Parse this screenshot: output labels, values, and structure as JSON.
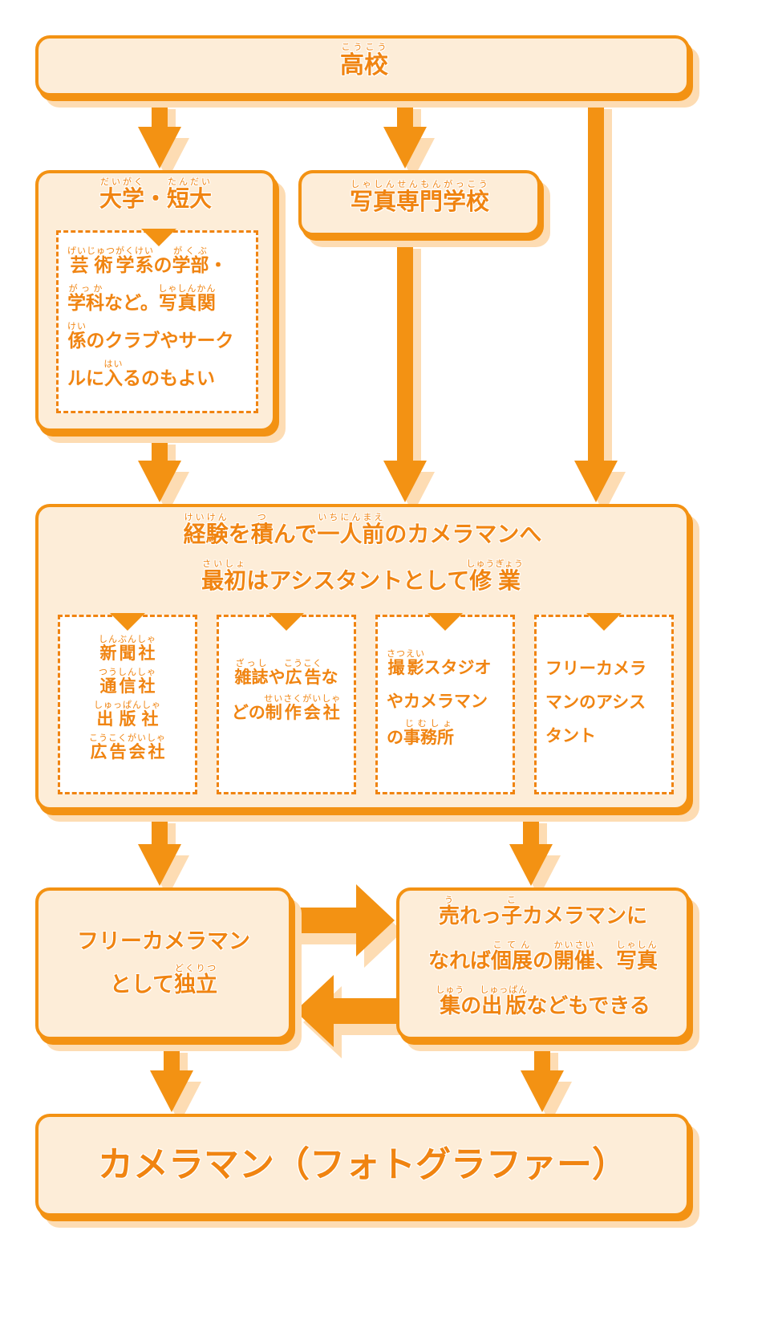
{
  "colors": {
    "accent": "#f39213",
    "accent_shadow": "#fddcb3",
    "box_fill": "#fdedd8",
    "text": "#f08411"
  },
  "nodes": {
    "high_school": {
      "segments": [
        {
          "base": "高校",
          "ruby": "こうこう"
        }
      ]
    },
    "university": {
      "title": [
        {
          "base": "大学",
          "ruby": "だいがく"
        },
        {
          "base": "・"
        },
        {
          "base": "短大",
          "ruby": "たんだい"
        }
      ],
      "note_lines": [
        [
          {
            "base": "芸術",
            "ruby": "げいじゅつ"
          },
          {
            "base": "学系",
            "ruby": "がくけい"
          },
          {
            "base": "の"
          },
          {
            "base": "学部",
            "ruby": "がくぶ"
          },
          {
            "base": "・"
          }
        ],
        [
          {
            "base": "学科",
            "ruby": "がっか"
          },
          {
            "base": "など。"
          },
          {
            "base": "写真関",
            "ruby": "しゃしんかん"
          }
        ],
        [
          {
            "base": "係",
            "ruby": "けい"
          },
          {
            "base": "のクラブやサーク"
          }
        ],
        [
          {
            "base": "ルに"
          },
          {
            "base": "入",
            "ruby": "はい"
          },
          {
            "base": "るのもよい"
          }
        ]
      ]
    },
    "photo_school": {
      "segments": [
        {
          "base": "写真専門学校",
          "ruby": "しゃしんせんもんがっこう"
        }
      ]
    },
    "experience": {
      "line1": [
        {
          "base": "経験",
          "ruby": "けいけん"
        },
        {
          "base": "を"
        },
        {
          "base": "積",
          "ruby": "つ"
        },
        {
          "base": "んで"
        },
        {
          "base": "一人前",
          "ruby": "いちにんまえ"
        },
        {
          "base": "のカメラマンへ"
        }
      ],
      "line2": [
        {
          "base": "最初",
          "ruby": "さいしょ"
        },
        {
          "base": "はアシスタントとして"
        },
        {
          "base": "修業",
          "ruby": "しゅうぎょう"
        }
      ],
      "options": [
        {
          "lines": [
            [
              {
                "base": "新聞社",
                "ruby": "しんぶんしゃ"
              }
            ],
            [
              {
                "base": "通信社",
                "ruby": "つうしんしゃ"
              }
            ],
            [
              {
                "base": "出版社",
                "ruby": "しゅっぱんしゃ"
              }
            ],
            [
              {
                "base": "広告会社",
                "ruby": "こうこくがいしゃ"
              }
            ]
          ]
        },
        {
          "lines": [
            [
              {
                "base": "雑誌",
                "ruby": "ざっし"
              },
              {
                "base": "や"
              },
              {
                "base": "広告",
                "ruby": "こうこく"
              },
              {
                "base": "な"
              }
            ],
            [
              {
                "base": "どの"
              },
              {
                "base": "制作会社",
                "ruby": "せいさくがいしゃ"
              }
            ]
          ]
        },
        {
          "lines": [
            [
              {
                "base": "撮影",
                "ruby": "さつえい"
              },
              {
                "base": "スタジオ"
              }
            ],
            [
              {
                "base": "やカメラマン"
              }
            ],
            [
              {
                "base": "の"
              },
              {
                "base": "事務所",
                "ruby": "じむしょ"
              }
            ]
          ]
        },
        {
          "lines": [
            [
              {
                "base": "フリーカメラ"
              }
            ],
            [
              {
                "base": "マンのアシス"
              }
            ],
            [
              {
                "base": "タント"
              }
            ]
          ]
        }
      ]
    },
    "freelance": {
      "lines": [
        [
          {
            "base": "フリーカメラマン"
          }
        ],
        [
          {
            "base": "として"
          },
          {
            "base": "独立",
            "ruby": "どくりつ"
          }
        ]
      ]
    },
    "popular": {
      "lines": [
        [
          {
            "base": "売",
            "ruby": "う"
          },
          {
            "base": "れっ"
          },
          {
            "base": "子",
            "ruby": "こ"
          },
          {
            "base": "カメラマンに"
          }
        ],
        [
          {
            "base": "なれば"
          },
          {
            "base": "個展",
            "ruby": "こてん"
          },
          {
            "base": "の"
          },
          {
            "base": "開催",
            "ruby": "かいさい"
          },
          {
            "base": "、"
          },
          {
            "base": "写真",
            "ruby": "しゃしん"
          }
        ],
        [
          {
            "base": "集",
            "ruby": "しゅう"
          },
          {
            "base": "の"
          },
          {
            "base": "出版",
            "ruby": "しゅっぱん"
          },
          {
            "base": "などもできる"
          }
        ]
      ]
    },
    "goal": {
      "segments": [
        {
          "base": "カメラマン（フォトグラファー）"
        }
      ]
    }
  }
}
